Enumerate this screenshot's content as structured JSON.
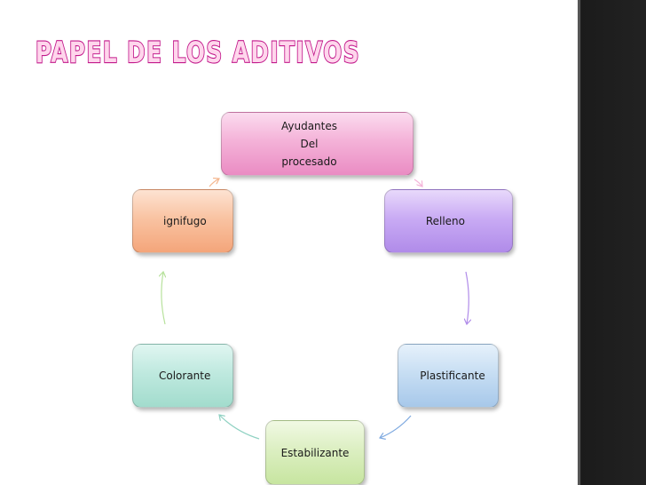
{
  "slide": {
    "title": "PAPEL DE LOS ADITIVOS"
  },
  "diagram": {
    "nodes": [
      {
        "id": "top",
        "label": "Ayudantes\nDel\nprocesado",
        "color": "#f4b2d8"
      },
      {
        "id": "right",
        "label": "Relleno",
        "color": "#c9abf4"
      },
      {
        "id": "bottomright",
        "label": "Plastificante",
        "color": "#c7def3"
      },
      {
        "id": "bottom",
        "label": "Estabilizante",
        "color": "#dcefc2"
      },
      {
        "id": "left",
        "label": "Colorante",
        "color": "#bfe9df"
      },
      {
        "id": "topleft",
        "label": "ignifugo",
        "color": "#f9c3a2"
      }
    ],
    "arrow_colors": [
      "#f4b2d8",
      "#b08be9",
      "#7ea9e0",
      "#8fd1c2",
      "#b7e29c",
      "#f4b68e"
    ]
  },
  "colors": {
    "title_fill": "#ffd6ec",
    "title_stroke": "#c2188b",
    "sidebar": "#1f1f1f"
  }
}
